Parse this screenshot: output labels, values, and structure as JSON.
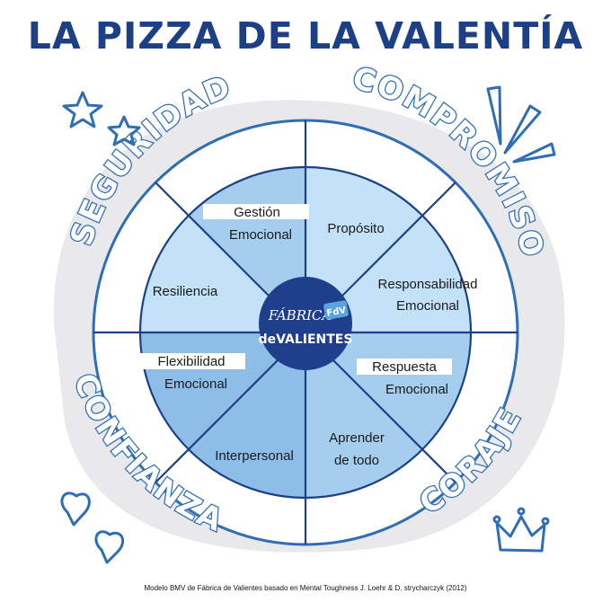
{
  "title": "LA PIZZA DE LA VALENTÍA",
  "footnote": "Modelo BMV de Fábrica de Valientes basado en Mental Toughness J. Loehr & D. strycharczyk (2012)",
  "logo": {
    "line1": "FÁBRICA",
    "line2": "deVALIENTES",
    "badge": "FdV"
  },
  "outer_labels": {
    "top_left": "SEGURIDAD",
    "top_right": "COMPROMISO",
    "bottom_left": "CONFIANZA",
    "bottom_right": "CORAJE"
  },
  "slices": {
    "gestion": [
      "Gestión",
      "Emocional"
    ],
    "proposito": [
      "Propósito"
    ],
    "resiliencia": [
      "Resiliencia"
    ],
    "responsabilidad": [
      "Responsabilidad",
      "Emocional"
    ],
    "flexibilidad": [
      "Flexibilidad",
      "Emocional"
    ],
    "respuesta": [
      "Respuesta",
      "Emocional"
    ],
    "interpersonal": [
      "Interpersonal"
    ],
    "aprender": [
      "Aprender",
      "de todo"
    ]
  },
  "colors": {
    "navy": "#1c3f86",
    "ring_blue": "#2f6db5",
    "light": "#c3e2f7",
    "medium": "#a5cdee",
    "darker": "#8ebde8",
    "gray_blob": "#e9e9ec",
    "center": "#1f3f8c"
  },
  "icons": [
    "star-icon",
    "star-icon",
    "burst-icon",
    "heart-icon",
    "heart-icon",
    "crown-icon"
  ]
}
